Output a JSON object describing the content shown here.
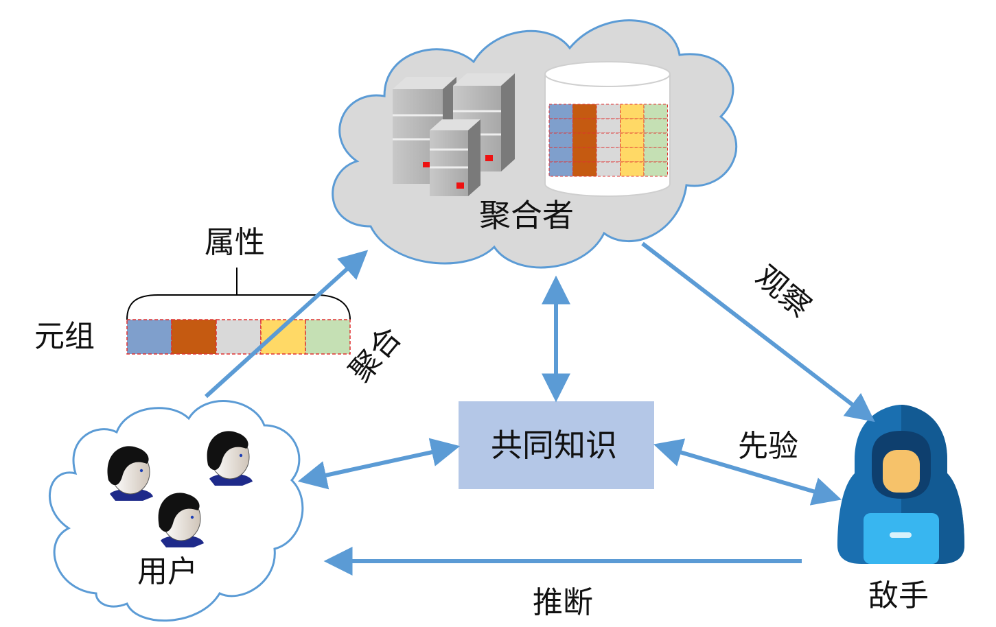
{
  "labels": {
    "aggregator": "聚合者",
    "attribute": "属性",
    "tuple": "元组",
    "aggregate": "聚合",
    "observe": "观察",
    "common_knowledge": "共同知识",
    "prior": "先验",
    "users": "用户",
    "adversary": "敌手",
    "inference": "推断"
  },
  "colors": {
    "arrow": "#5b9bd5",
    "cloud_top_fill": "#d9d9d9",
    "cloud_bottom_fill": "#ffffff",
    "knowledge_box": "#b4c7e7",
    "cell_blue": "#7f9fcc",
    "cell_orange": "#c55a11",
    "cell_gray": "#d9d9d9",
    "cell_yellow": "#ffd966",
    "cell_green": "#c5e0b4",
    "cell_border": "#e03030"
  },
  "icons": [
    "server-icon",
    "database-cylinder-icon",
    "user-icon",
    "hooded-adversary-icon"
  ]
}
